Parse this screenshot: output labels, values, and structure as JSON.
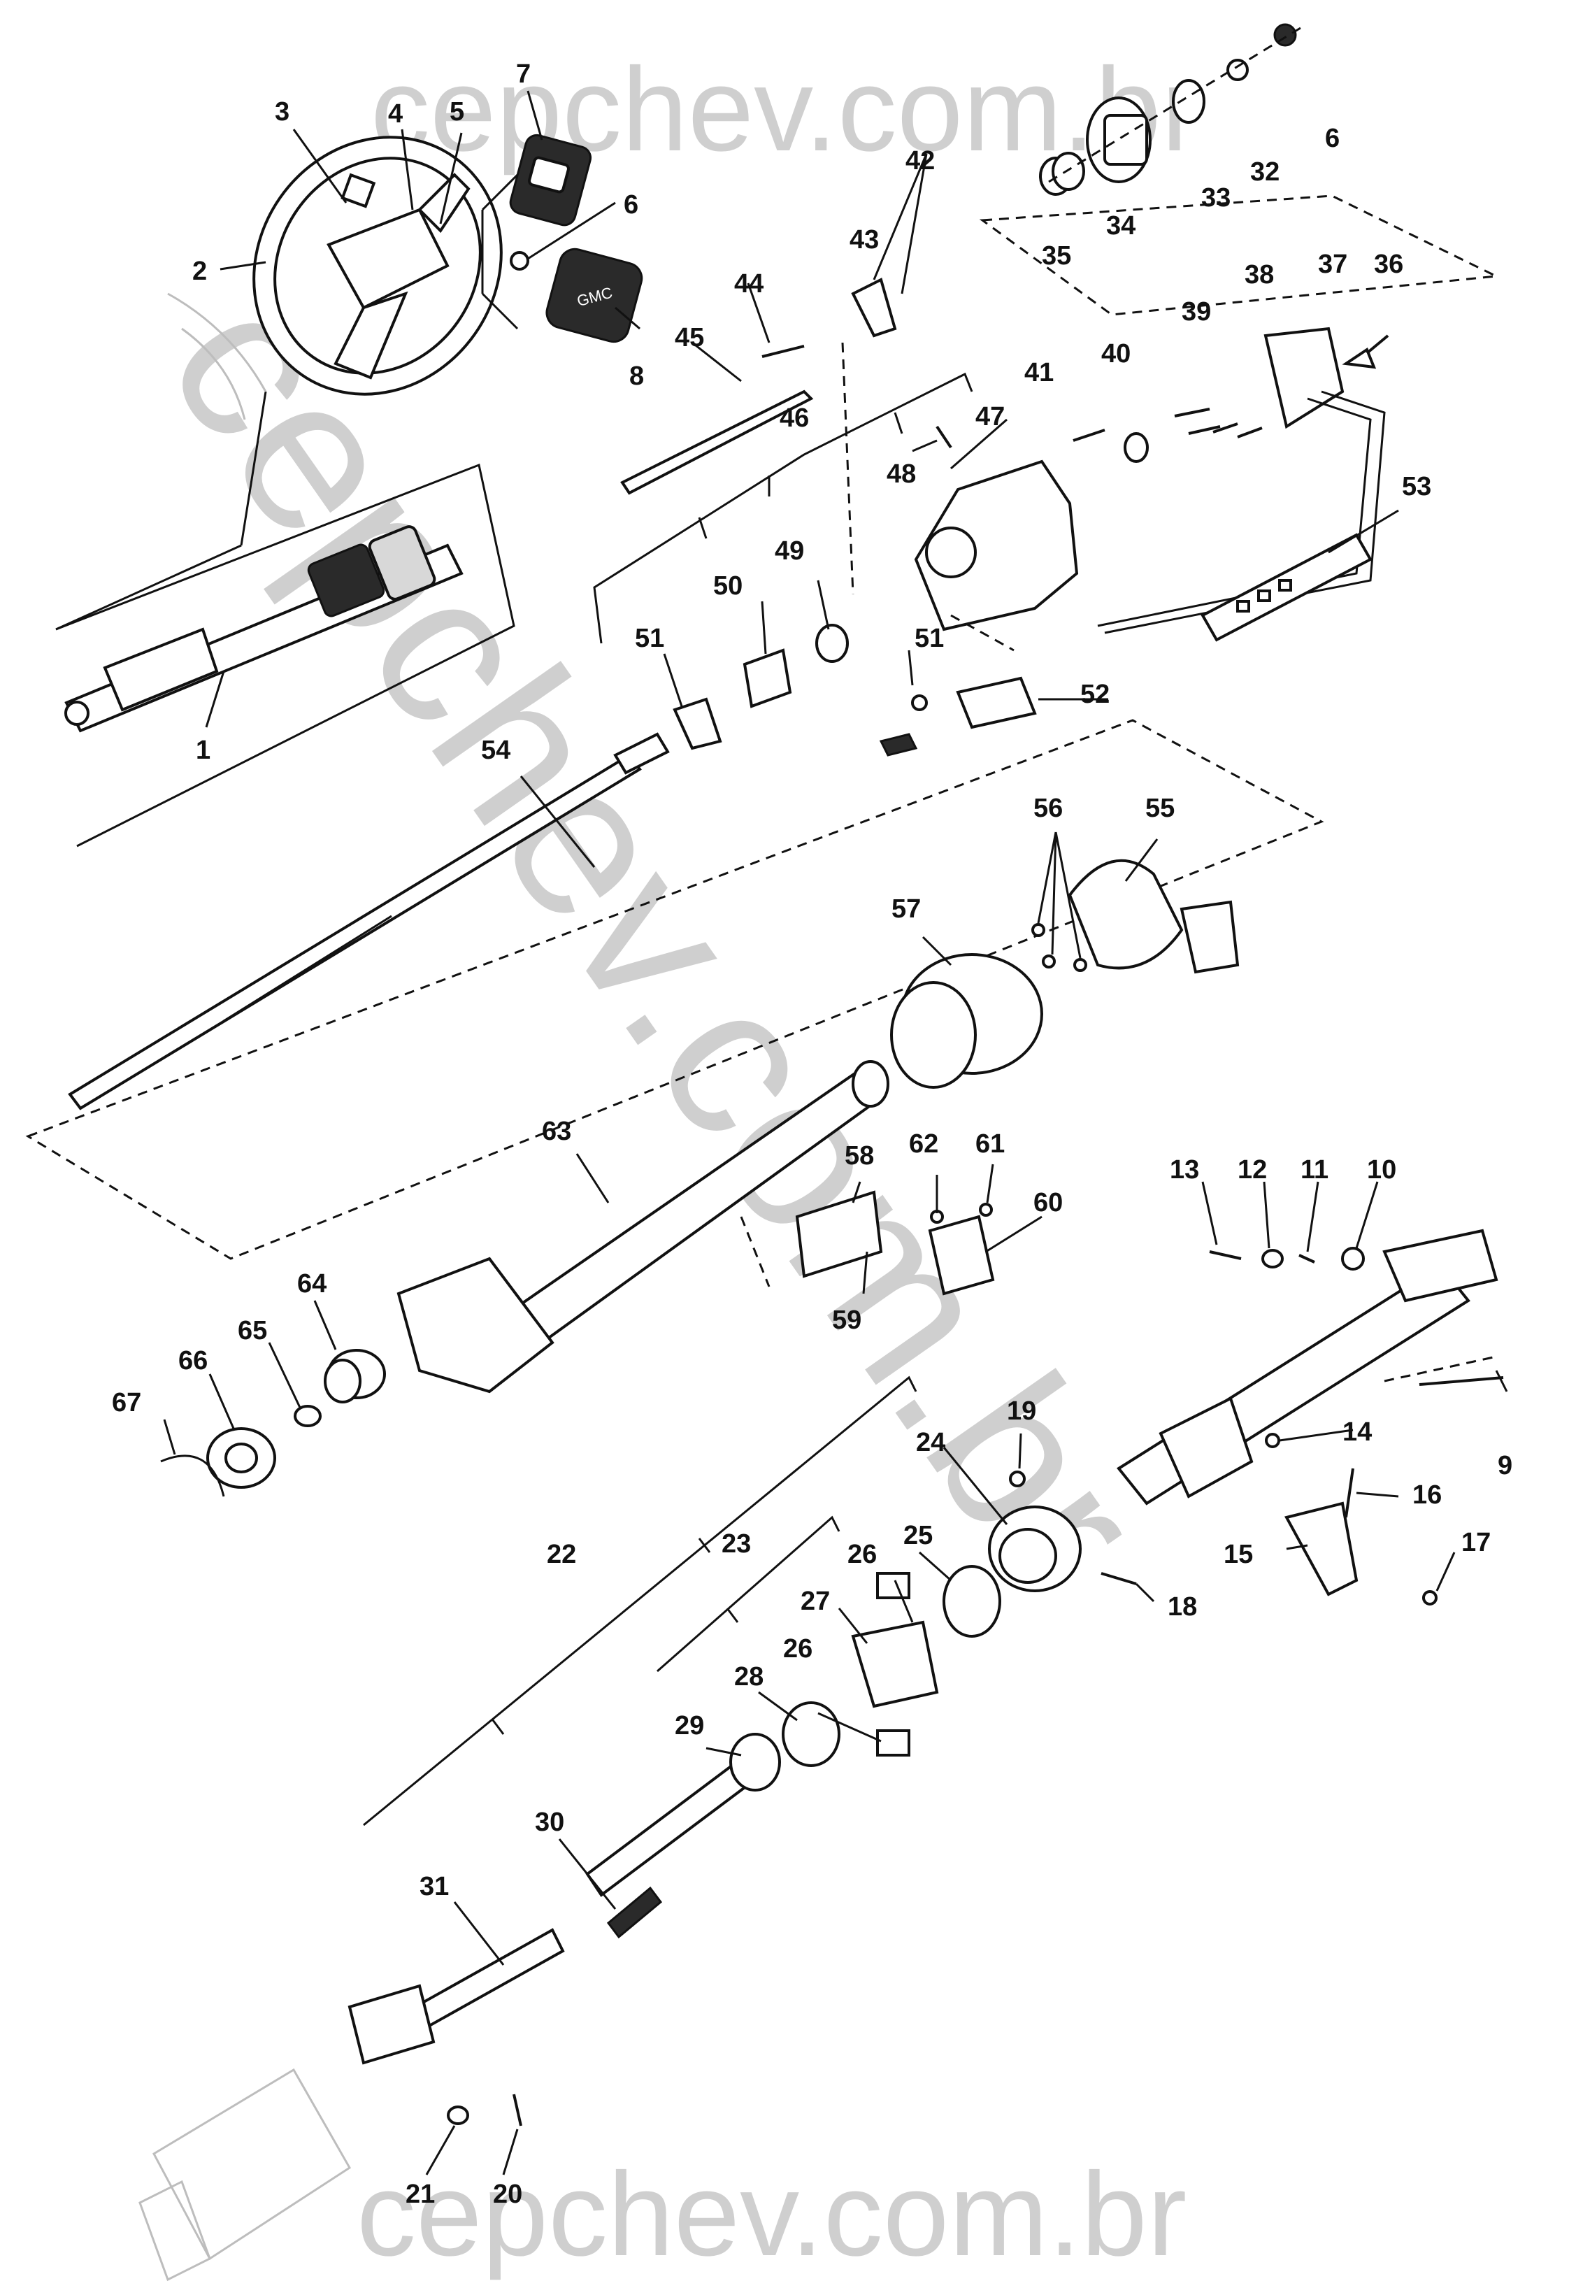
{
  "watermarks": {
    "top": "cepchev.com.br",
    "bottom": "cepchev.com.br",
    "diagonal": "cepchev.com.br"
  },
  "callouts": [
    {
      "id": "c1",
      "text": "1"
    },
    {
      "id": "c2",
      "text": "2"
    },
    {
      "id": "c3",
      "text": "3"
    },
    {
      "id": "c4",
      "text": "4"
    },
    {
      "id": "c5",
      "text": "5"
    },
    {
      "id": "c6a",
      "text": "6"
    },
    {
      "id": "c6b",
      "text": "6"
    },
    {
      "id": "c7",
      "text": "7"
    },
    {
      "id": "c8",
      "text": "8"
    },
    {
      "id": "c9",
      "text": "9"
    },
    {
      "id": "c10",
      "text": "10"
    },
    {
      "id": "c11",
      "text": "11"
    },
    {
      "id": "c12",
      "text": "12"
    },
    {
      "id": "c13",
      "text": "13"
    },
    {
      "id": "c14",
      "text": "14"
    },
    {
      "id": "c15",
      "text": "15"
    },
    {
      "id": "c16",
      "text": "16"
    },
    {
      "id": "c17",
      "text": "17"
    },
    {
      "id": "c18",
      "text": "18"
    },
    {
      "id": "c19",
      "text": "19"
    },
    {
      "id": "c20",
      "text": "20"
    },
    {
      "id": "c21",
      "text": "21"
    },
    {
      "id": "c22",
      "text": "22"
    },
    {
      "id": "c23",
      "text": "23"
    },
    {
      "id": "c24",
      "text": "24"
    },
    {
      "id": "c25",
      "text": "25"
    },
    {
      "id": "c26a",
      "text": "26"
    },
    {
      "id": "c26b",
      "text": "26"
    },
    {
      "id": "c27",
      "text": "27"
    },
    {
      "id": "c28",
      "text": "28"
    },
    {
      "id": "c29",
      "text": "29"
    },
    {
      "id": "c30",
      "text": "30"
    },
    {
      "id": "c31",
      "text": "31"
    },
    {
      "id": "c32",
      "text": "32"
    },
    {
      "id": "c33",
      "text": "33"
    },
    {
      "id": "c34",
      "text": "34"
    },
    {
      "id": "c35",
      "text": "35"
    },
    {
      "id": "c36",
      "text": "36"
    },
    {
      "id": "c37",
      "text": "37"
    },
    {
      "id": "c38",
      "text": "38"
    },
    {
      "id": "c39",
      "text": "39"
    },
    {
      "id": "c40",
      "text": "40"
    },
    {
      "id": "c41",
      "text": "41"
    },
    {
      "id": "c42",
      "text": "42"
    },
    {
      "id": "c43",
      "text": "43"
    },
    {
      "id": "c44",
      "text": "44"
    },
    {
      "id": "c45",
      "text": "45"
    },
    {
      "id": "c46",
      "text": "46"
    },
    {
      "id": "c47",
      "text": "47"
    },
    {
      "id": "c48",
      "text": "48"
    },
    {
      "id": "c49",
      "text": "49"
    },
    {
      "id": "c50",
      "text": "50"
    },
    {
      "id": "c51a",
      "text": "51"
    },
    {
      "id": "c51b",
      "text": "51"
    },
    {
      "id": "c52",
      "text": "52"
    },
    {
      "id": "c53",
      "text": "53"
    },
    {
      "id": "c54",
      "text": "54"
    },
    {
      "id": "c55",
      "text": "55"
    },
    {
      "id": "c56",
      "text": "56"
    },
    {
      "id": "c57",
      "text": "57"
    },
    {
      "id": "c58",
      "text": "58"
    },
    {
      "id": "c59",
      "text": "59"
    },
    {
      "id": "c60",
      "text": "60"
    },
    {
      "id": "c61",
      "text": "61"
    },
    {
      "id": "c62",
      "text": "62"
    },
    {
      "id": "c63",
      "text": "63"
    },
    {
      "id": "c64",
      "text": "64"
    },
    {
      "id": "c65",
      "text": "65"
    },
    {
      "id": "c66",
      "text": "66"
    },
    {
      "id": "c67",
      "text": "67"
    }
  ],
  "emblem_text": "GMC"
}
